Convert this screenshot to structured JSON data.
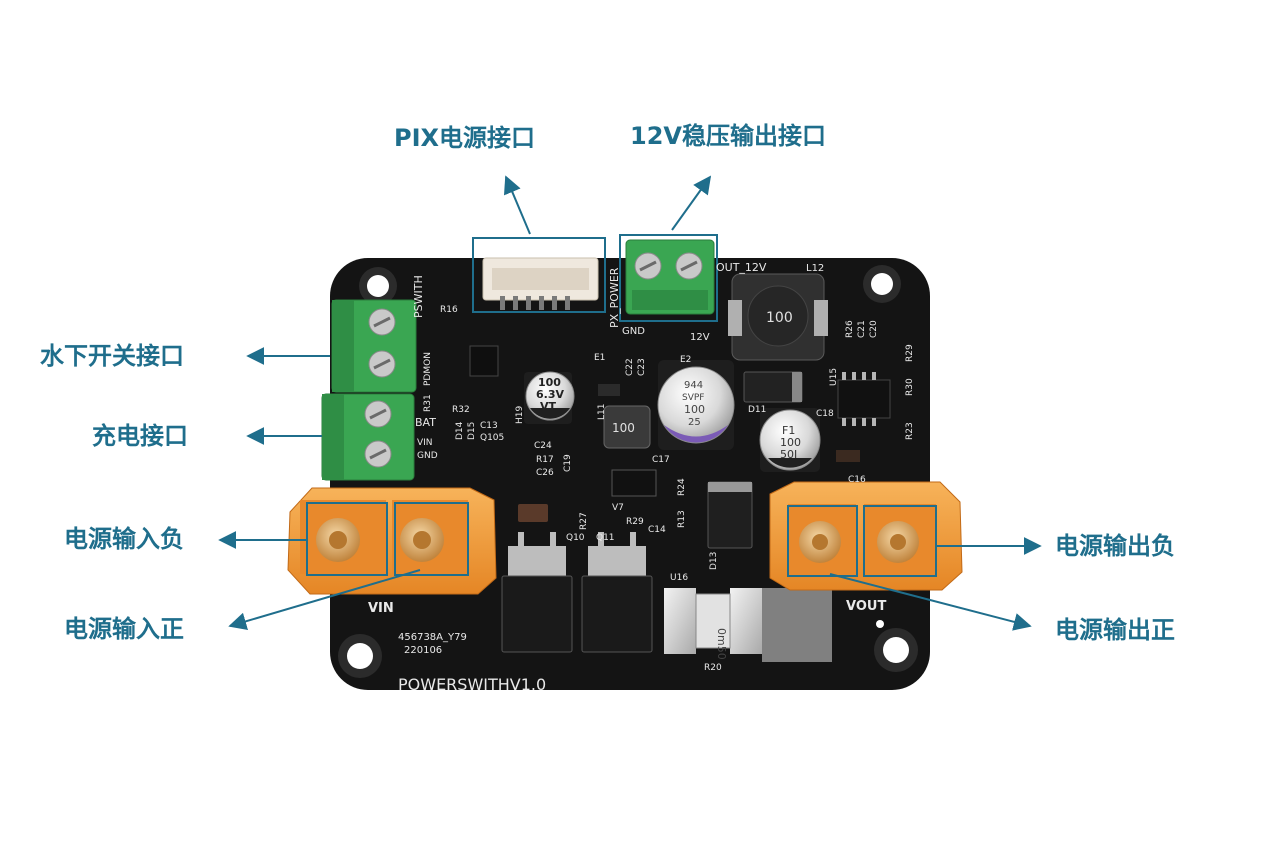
{
  "colors": {
    "callout": "#1f6e8c",
    "board": "#141414",
    "terminal_green": "#3aa652",
    "connector_orange": "#f29a3a"
  },
  "callouts": {
    "pix_power": "PIX电源接口",
    "out_12v": "12V稳压输出接口",
    "underwater_switch": "水下开关接口",
    "charge": "充电接口",
    "input_negative": "电源输入负",
    "input_positive": "电源输入正",
    "output_negative": "电源输出负",
    "output_positive": "电源输出正"
  },
  "board": {
    "name": "POWERSWITHV1.0",
    "serial": "456738A_Y79",
    "date": "220106",
    "vin": "VIN",
    "vout": "VOUT",
    "out_12v": "OUT_12V",
    "px_power": "PX_POWER",
    "pswith": "PSWITH",
    "bat": "BAT",
    "vin_small": "VIN",
    "gnd_small": "GND",
    "gnd_top": "GND",
    "v12_top": "12V",
    "inductor_large": "100",
    "inductor_small": "100",
    "cap_left_line1": "100",
    "cap_left_line2": "6.3V",
    "cap_left_line3": "VT",
    "cap_center_line1": "944",
    "cap_center_line2": "SVPF",
    "cap_center_line3": "100",
    "cap_center_line4": "25",
    "cap_right_line1": "F1",
    "cap_right_line2": "100",
    "cap_right_line3": "50I",
    "shunt": "0m50",
    "l12": "L12",
    "r20": "R20",
    "d13": "D13",
    "d11": "D11",
    "u15": "U15",
    "u16": "U16",
    "q10": "Q10",
    "q11": "Q11",
    "c24": "C24",
    "e1": "E1",
    "e2": "E2",
    "r32": "R32",
    "v7": "V7",
    "r29": "R29",
    "c14": "C14",
    "c16": "C16",
    "c17": "C17",
    "r17": "R17",
    "c26": "C26",
    "r27": "R27",
    "r16": "R16",
    "pdmon": "PDMON",
    "r31": "R31",
    "r25": "R26",
    "c21": "C21",
    "c20": "C20",
    "r29b": "R29",
    "r30": "R30",
    "r23": "R23",
    "d14": "D14",
    "d15": "D15",
    "c13": "C13",
    "q105": "Q105",
    "c19": "C19",
    "c22": "C22",
    "c23": "C23",
    "l11": "L11",
    "h19": "H19",
    "r24": "R24",
    "r13": "R13",
    "c18": "C18"
  }
}
